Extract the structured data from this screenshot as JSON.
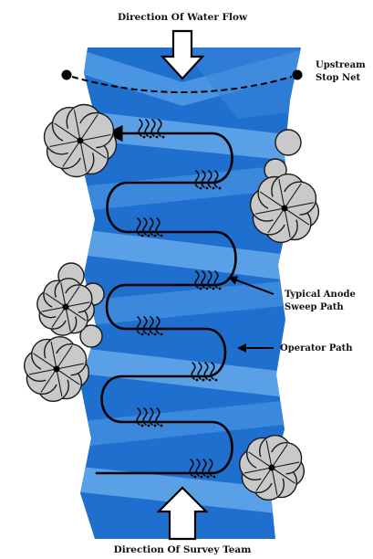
{
  "labels": {
    "top": "Direction Of Water Flow",
    "stop_net_line1": "Upstream",
    "stop_net_line2": "Stop Net",
    "anode_line1": "Typical Anode",
    "anode_line2": "Sweep Path",
    "operator": "Operator Path",
    "bottom": "Direction Of Survey Team"
  },
  "colors": {
    "stream_dark": "#1f6fcf",
    "stream_light": "#5aa0e6",
    "stream_mid": "#3b88dc",
    "tree_fill": "#c9c9c9",
    "outline": "#000000"
  }
}
